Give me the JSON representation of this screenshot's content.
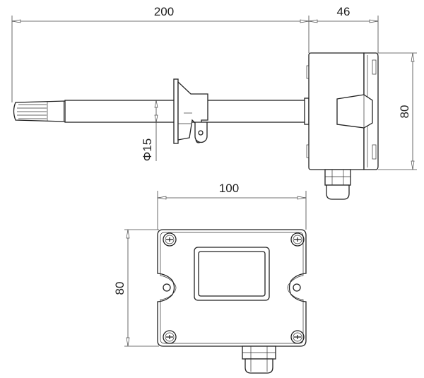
{
  "side_view": {
    "length_label": "200",
    "depth_label": "46",
    "height_label": "80",
    "diameter_label": "Φ15"
  },
  "front_view": {
    "width_label": "100",
    "height_label": "80"
  }
}
